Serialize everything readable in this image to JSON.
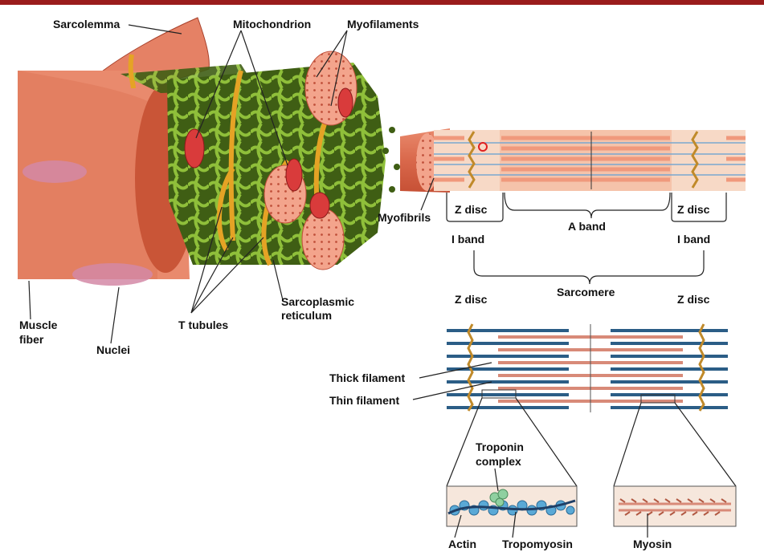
{
  "labels": {
    "sarcolemma": "Sarcolemma",
    "mitochondrion": "Mitochondrion",
    "myofilaments": "Myofilaments",
    "myofibrils": "Myofibrils",
    "muscle_fiber_line1": "Muscle",
    "muscle_fiber_line2": "fiber",
    "nuclei": "Nuclei",
    "t_tubules": "T tubules",
    "sarcoplasmic_line1": "Sarcoplasmic",
    "sarcoplasmic_line2": "reticulum",
    "z_disc_left": "Z disc",
    "z_disc_right": "Z disc",
    "a_band": "A band",
    "i_band_left": "I band",
    "i_band_right": "I band",
    "sarcomere": "Sarcomere",
    "z_disc_lower_left": "Z disc",
    "z_disc_lower_right": "Z disc",
    "thick_filament": "Thick filament",
    "thin_filament": "Thin filament",
    "troponin_line1": "Troponin",
    "troponin_line2": "complex",
    "actin": "Actin",
    "tropomyosin": "Tropomyosin",
    "myosin": "Myosin"
  },
  "colors": {
    "top_bar": "#9a1c1c",
    "muscle": "#e0765a",
    "sr": "#6d8f2c",
    "t_tubule": "#e5a325",
    "band_light": "#f7d9c6",
    "band_dark": "#f0a58a",
    "thin": "#2b5d86",
    "actin": "#5aa9d6"
  }
}
